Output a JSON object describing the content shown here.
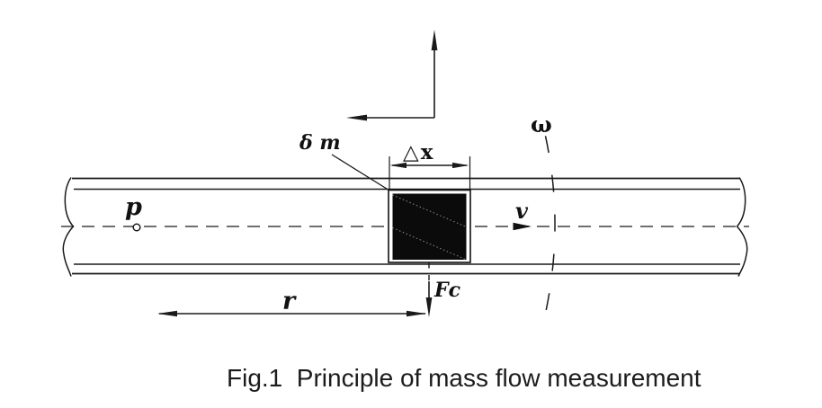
{
  "figure": {
    "caption": "Fig.1  Principle of mass flow measurement",
    "labels": {
      "pivot_point": "p",
      "radius": "r",
      "mass_element": "δ m",
      "element_length": "△x",
      "angular_velocity": "ω",
      "flow_velocity": "v",
      "coriolis_force": "Fc"
    },
    "colors": {
      "line": "#1a1a1a",
      "centerline": "#6f6f6f",
      "mass_fill": "#0b0b0b",
      "background": "#ffffff"
    }
  }
}
